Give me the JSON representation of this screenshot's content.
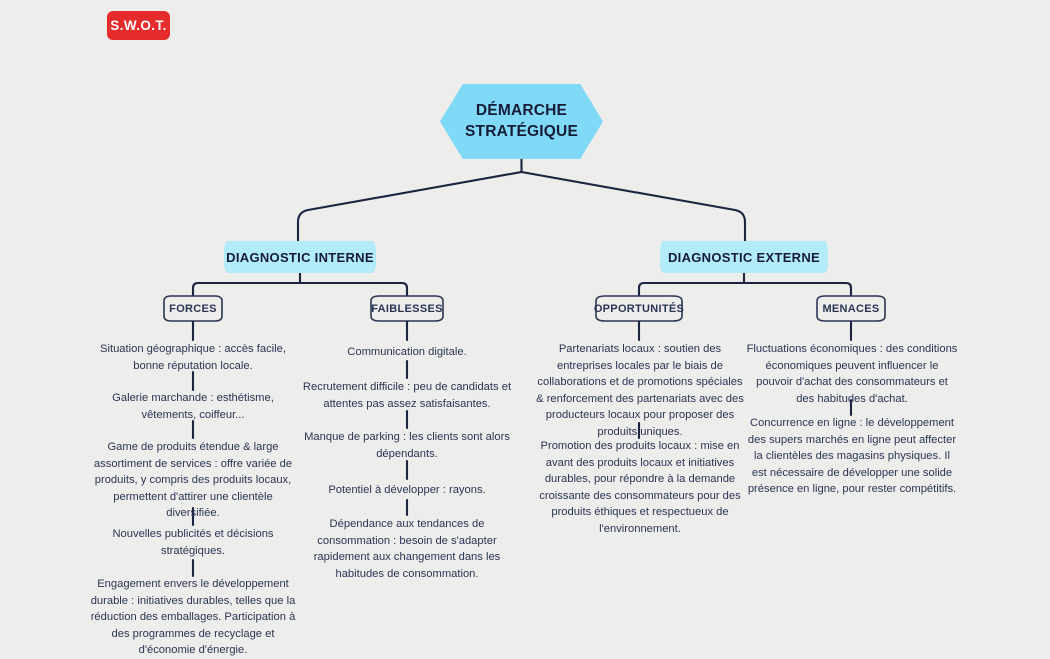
{
  "badge": {
    "label": "S.W.O.T."
  },
  "colors": {
    "background": "#ededec",
    "badge_red": "#e52b2b",
    "root_blue": "#7fd9f7",
    "banner_blue": "#b2ecfb",
    "ink_navy": "#161c36",
    "text_navy": "#2b3554",
    "connector": "#1b2440"
  },
  "root": {
    "line1": "DÉMARCHE",
    "line2": "STRATÉGIQUE"
  },
  "branches": [
    {
      "id": "diagnostic-interne",
      "label": "DIAGNOSTIC INTERNE",
      "categories": [
        {
          "id": "forces",
          "label": "FORCES",
          "items": [
            "Situation géographique : accès facile, bonne réputation locale.",
            "Galerie marchande : esthétisme, vêtements, coiffeur...",
            "Game de produits étendue & large assortiment de services  : offre variée de produits, y compris des produits locaux, permettent d'attirer une clientèle diversifiée.",
            "Nouvelles publicités et décisions stratégiques.",
            "Engagement envers le développement durable : initiatives durables, telles que la réduction des emballages. Participation à des programmes de recyclage et d'économie d'énergie."
          ]
        },
        {
          "id": "faiblesses",
          "label": "FAIBLESSES",
          "items": [
            "Communication digitale.",
            "Recrutement difficile : peu de candidats et attentes pas assez satisfaisantes.",
            "Manque de parking : les clients sont alors dépendants.",
            "Potentiel à développer : rayons.",
            "Dépendance aux tendances de consommation : besoin de s'adapter rapidement aux changement dans les habitudes de consommation."
          ]
        }
      ]
    },
    {
      "id": "diagnostic-externe",
      "label": "DIAGNOSTIC EXTERNE",
      "categories": [
        {
          "id": "opportunites",
          "label": "OPPORTUNITÉS",
          "items": [
            "Partenariats locaux : soutien des entreprises locales par le biais de collaborations et de promotions spéciales & renforcement des partenariats avec des producteurs locaux pour proposer des produits uniques.",
            "Promotion des produits locaux : mise en avant des produits locaux et initiatives durables, pour répondre à la demande croissante des consommateurs pour des produits éthiques et respectueux de l'environnement."
          ]
        },
        {
          "id": "menaces",
          "label": "MENACES",
          "items": [
            "Fluctuations économiques : des conditions économiques peuvent influencer le pouvoir d'achat des consommateurs et des habitudes d'achat.",
            "Concurrence en ligne : le développement des supers marchés  en ligne peut affecter la clientèles des magasins physiques. Il est nécessaire de développer une solide présence en ligne, pour rester compétitifs."
          ]
        }
      ]
    }
  ]
}
